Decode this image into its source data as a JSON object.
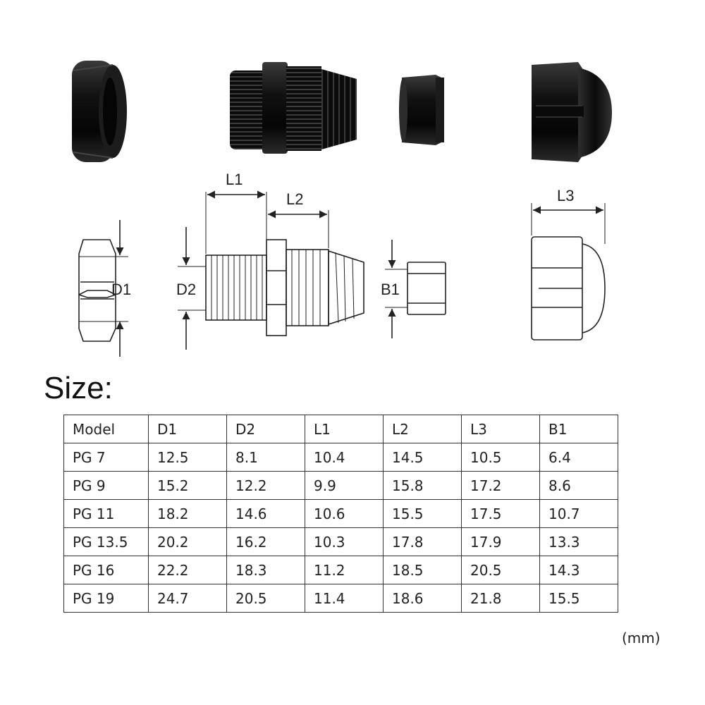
{
  "diagram": {
    "labels": {
      "l1": "L1",
      "l2": "L2",
      "l3": "L3",
      "d1": "D1",
      "d2": "D2",
      "b1": "B1"
    }
  },
  "heading": "Size:",
  "table": {
    "headers": [
      "Model",
      "D1",
      "D2",
      "L1",
      "L2",
      "L3",
      "B1"
    ],
    "rows": [
      [
        "PG 7",
        "12.5",
        "8.1",
        "10.4",
        "14.5",
        "10.5",
        "6.4"
      ],
      [
        "PG 9",
        "15.2",
        "12.2",
        "9.9",
        "15.8",
        "17.2",
        "8.6"
      ],
      [
        "PG 11",
        "18.2",
        "14.6",
        "10.6",
        "15.5",
        "17.5",
        "10.7"
      ],
      [
        "PG 13.5",
        "20.2",
        "16.2",
        "10.3",
        "17.8",
        "17.9",
        "13.3"
      ],
      [
        "PG 16",
        "22.2",
        "18.3",
        "11.2",
        "18.5",
        "20.5",
        "14.3"
      ],
      [
        "PG 19",
        "24.7",
        "20.5",
        "11.4",
        "18.6",
        "21.8",
        "15.5"
      ]
    ]
  },
  "unit": "(mm)"
}
